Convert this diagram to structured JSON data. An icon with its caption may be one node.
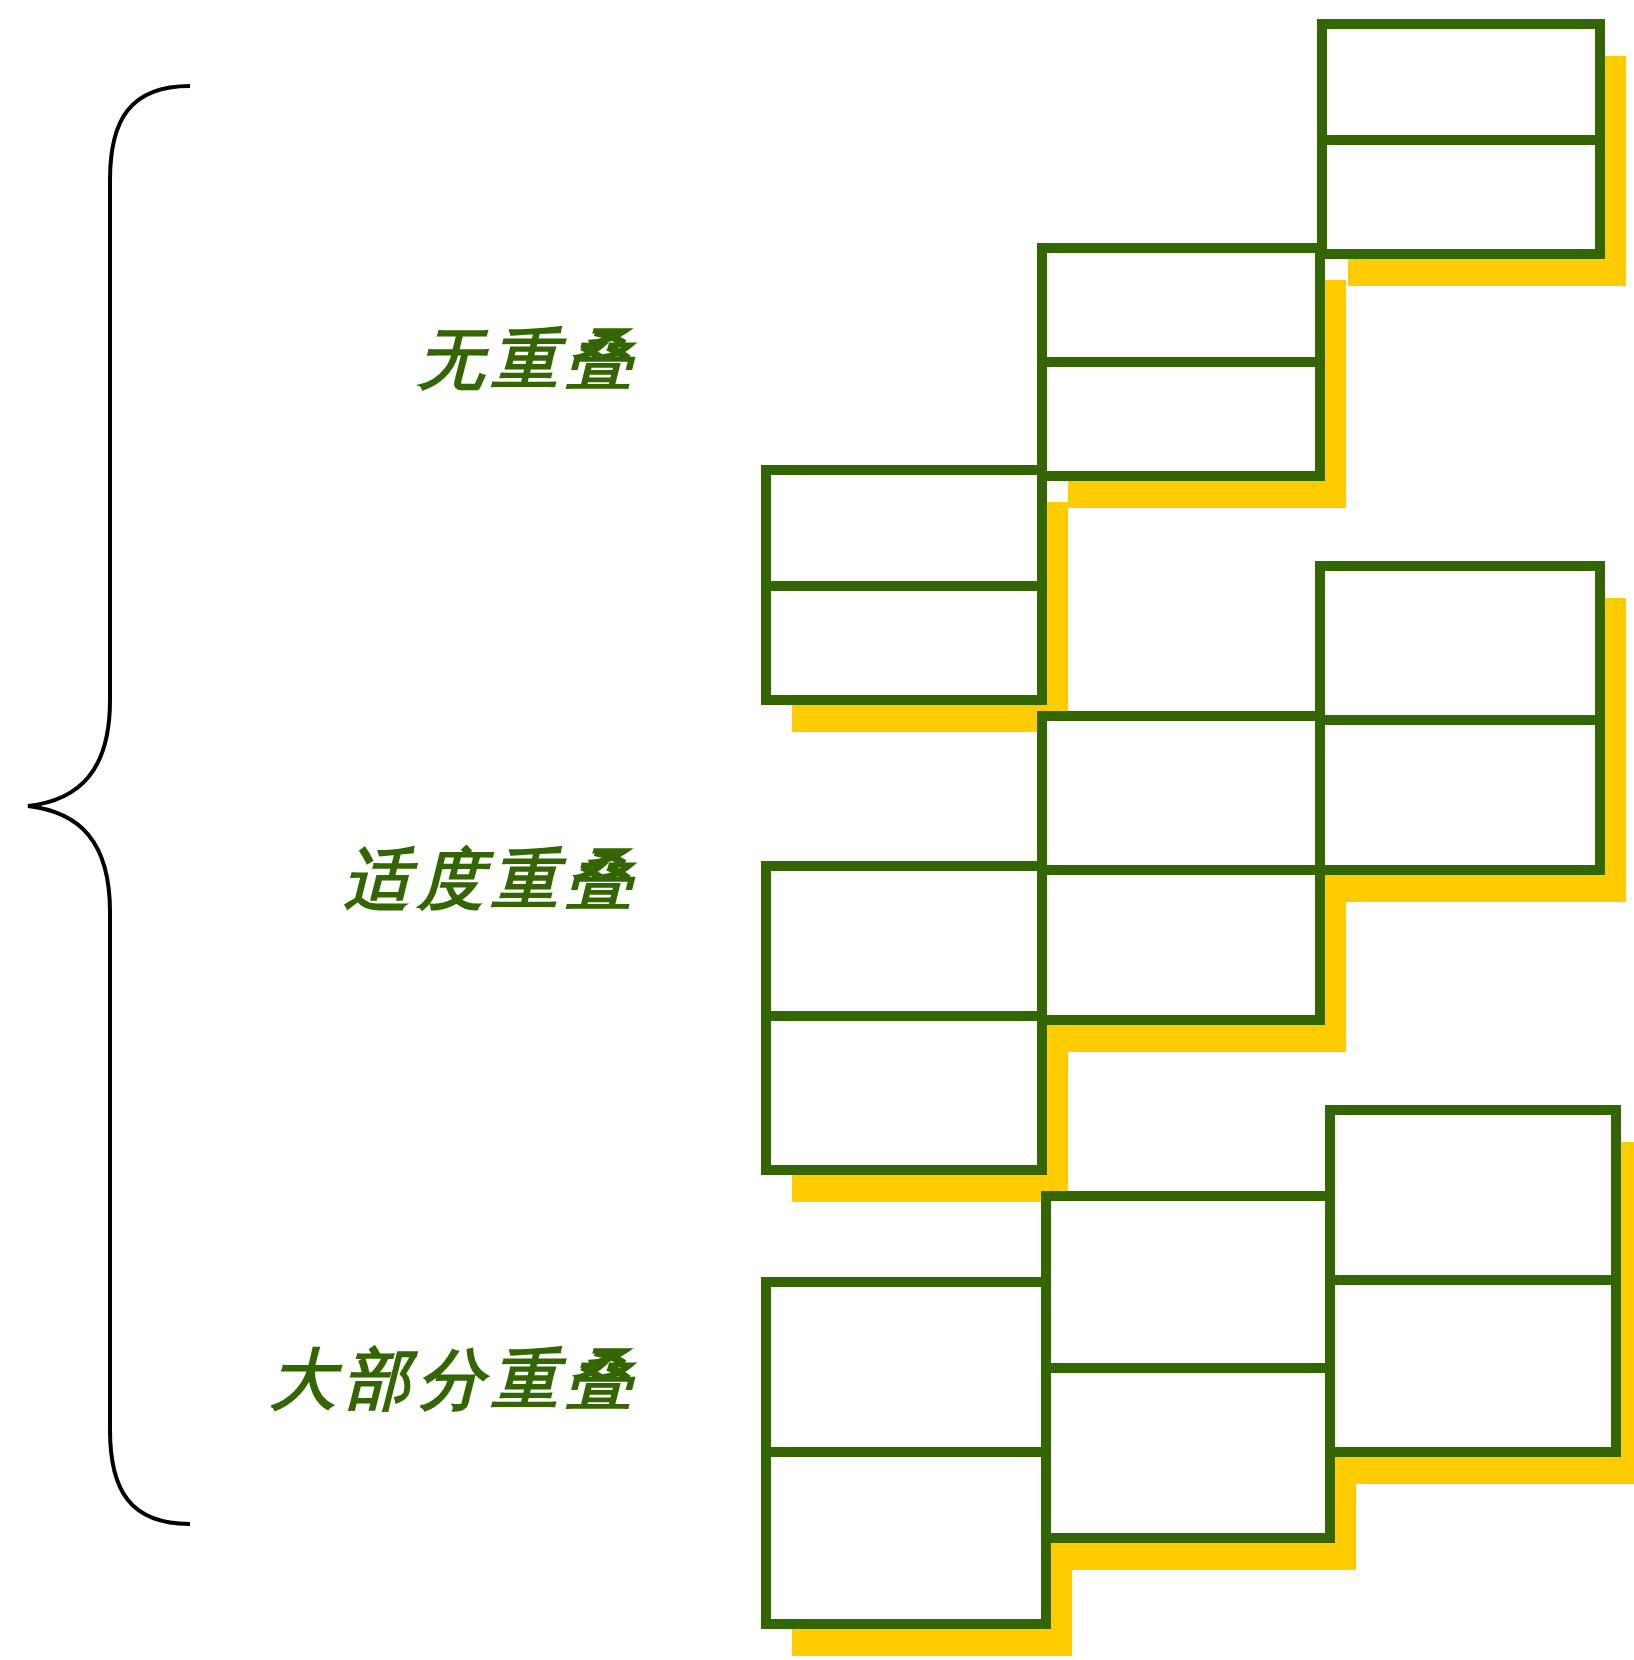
{
  "diagram": {
    "labels": [
      "无重叠",
      "适度重叠",
      "大部分重叠"
    ]
  }
}
